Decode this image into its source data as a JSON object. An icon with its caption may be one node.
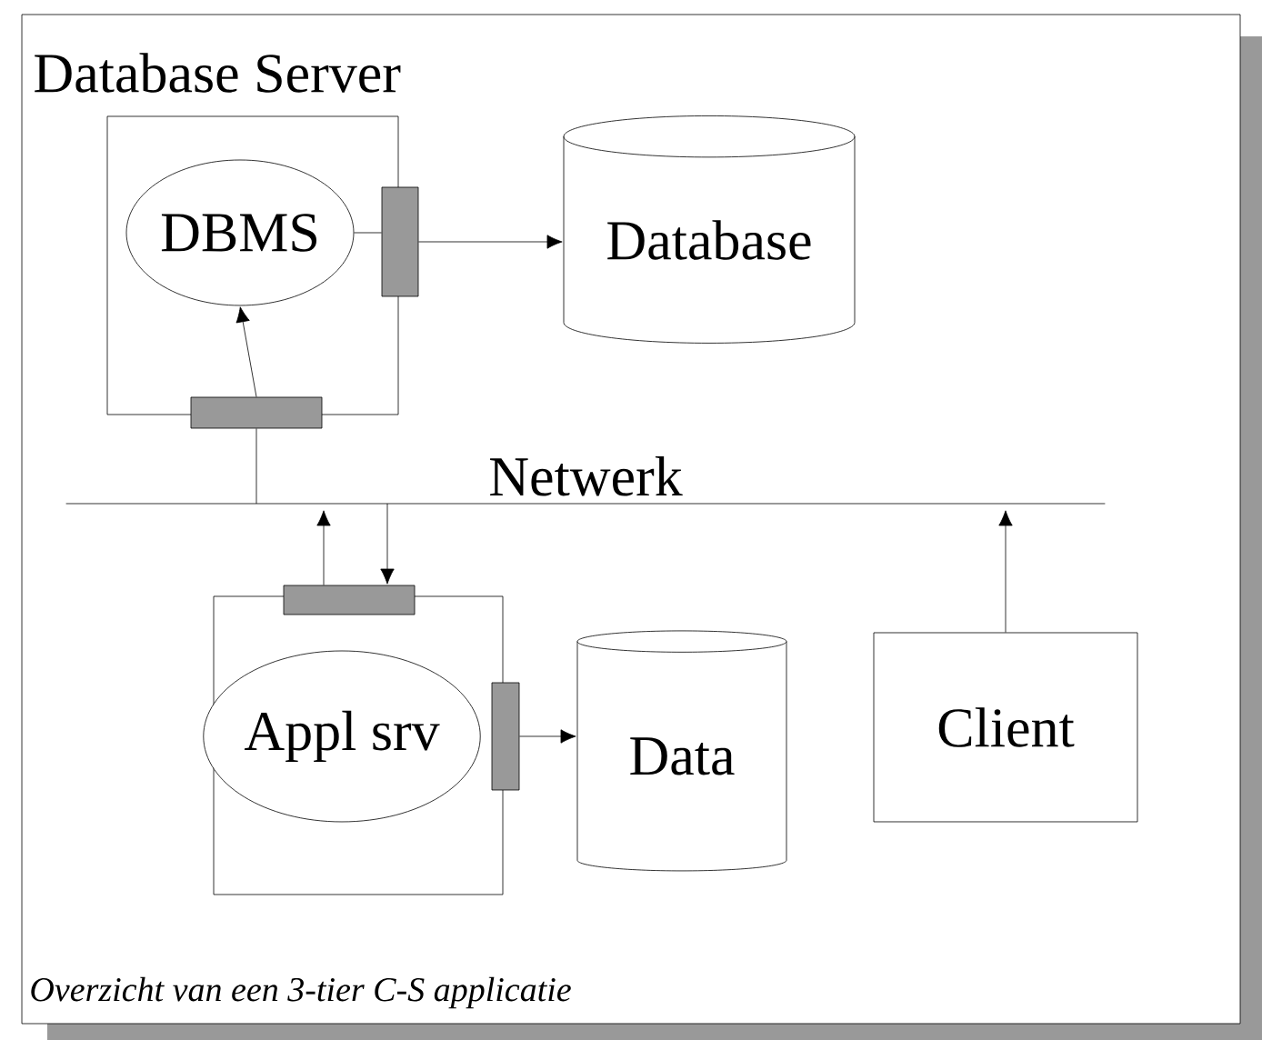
{
  "diagram": {
    "caption": "Overzicht van een 3-tier C-S applicatie",
    "nodes": [
      {
        "text": [
          "Database Server"
        ]
      },
      {
        "text": [
          "DBMS"
        ],
        "in": 0
      },
      {
        "text": [],
        "shape": "bar"
      },
      {
        "text": [],
        "shape": "bar"
      },
      {
        "text": [
          "Database"
        ]
      },
      {
        "text": [
          "Netwerk"
        ]
      },
      {
        "text": [],
        "shape": "box"
      },
      {
        "text": [
          "Appl srv"
        ],
        "in": 6
      },
      {
        "text": [],
        "shape": "bar"
      },
      {
        "text": [],
        "shape": "bar"
      },
      {
        "text": [
          "Data"
        ]
      },
      {
        "text": [
          "Client"
        ]
      }
    ],
    "edges": [
      {
        "from": 1,
        "to": 2,
        "arrow": "none"
      },
      {
        "from": 2,
        "to": 4,
        "arrow": "to"
      },
      {
        "from": 5,
        "to": 3,
        "arrow": "none"
      },
      {
        "from": 3,
        "to": 1,
        "arrow": "to"
      },
      {
        "from": 8,
        "to": 5,
        "arrow": "to"
      },
      {
        "from": 5,
        "to": 8,
        "arrow": "to"
      },
      {
        "from": 9,
        "to": 10,
        "arrow": "to"
      },
      {
        "from": 11,
        "to": 5,
        "arrow": "to"
      }
    ]
  }
}
